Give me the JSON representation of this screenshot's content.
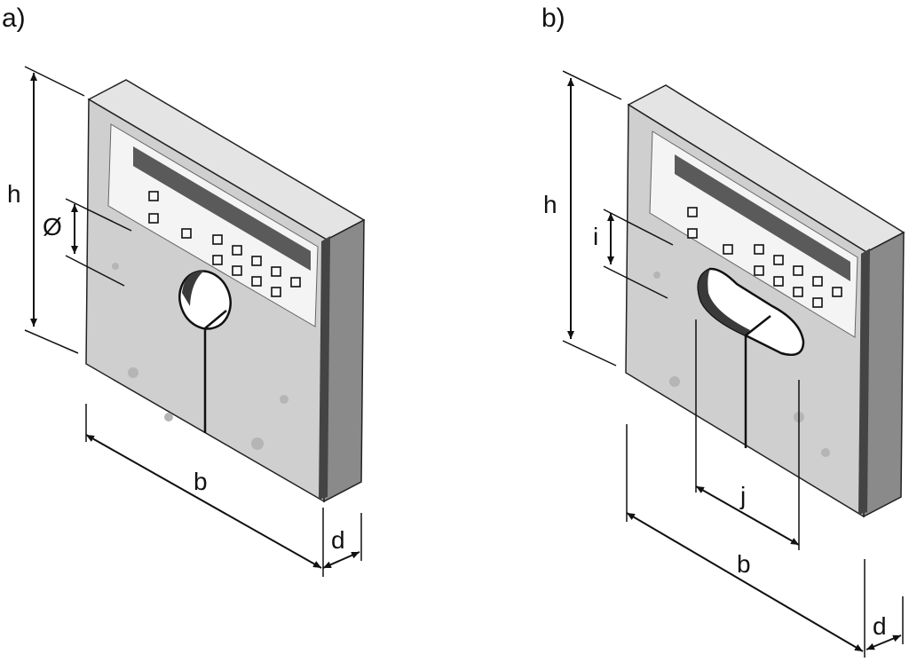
{
  "panels": {
    "a": {
      "label": "a)",
      "dims": {
        "height": "h",
        "diameter": "Ø",
        "width": "b",
        "depth": "d"
      }
    },
    "b": {
      "label": "b)",
      "dims": {
        "height": "h",
        "slot_height": "i",
        "slot_width": "j",
        "width": "b",
        "depth": "d"
      }
    }
  },
  "colors": {
    "front": "#cfcfcf",
    "top": "#e4e4e4",
    "side": "#8a8a8a",
    "ink": "#111111"
  }
}
